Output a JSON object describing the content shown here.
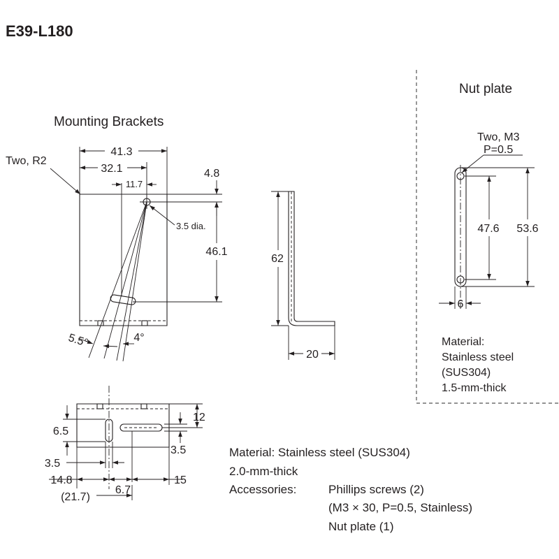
{
  "title": "E39-L180",
  "bracket": {
    "heading": "Mounting Brackets",
    "corner_note": "Two, R2",
    "dims": {
      "width": "41.3",
      "hole_x": "32.1",
      "slot_x": "11.7",
      "top_offset": "4.8",
      "hole_dia": "3.5 dia.",
      "hole_span": "46.1",
      "angle_left": "5.5°",
      "angle_right": "4°",
      "height": "62",
      "depth": "20",
      "bottom_6_5": "6.5",
      "bottom_12": "12",
      "bottom_3_5_right": "3.5",
      "bottom_3_5_left": "3.5",
      "bottom_14_8": "14.8",
      "bottom_6_7": "6.7",
      "bottom_15": "15",
      "bottom_21_7": "(21.7)"
    }
  },
  "nut_plate": {
    "heading": "Nut plate",
    "screw_note_1": "Two, M3",
    "screw_note_2": "P=0.5",
    "dims": {
      "span_inner": "47.6",
      "span_outer": "53.6",
      "width": "6"
    },
    "material_lines": [
      "Material:",
      "Stainless steel",
      "(SUS304)",
      "1.5-mm-thick"
    ]
  },
  "specs": {
    "material": "Material: Stainless steel (SUS304)",
    "thickness": "2.0-mm-thick",
    "accessories_label": "Accessories:",
    "accessory_1": "Phillips screws (2)",
    "accessory_1_detail": "(M3 × 30, P=0.5, Stainless)",
    "accessory_2": "Nut plate (1)"
  }
}
